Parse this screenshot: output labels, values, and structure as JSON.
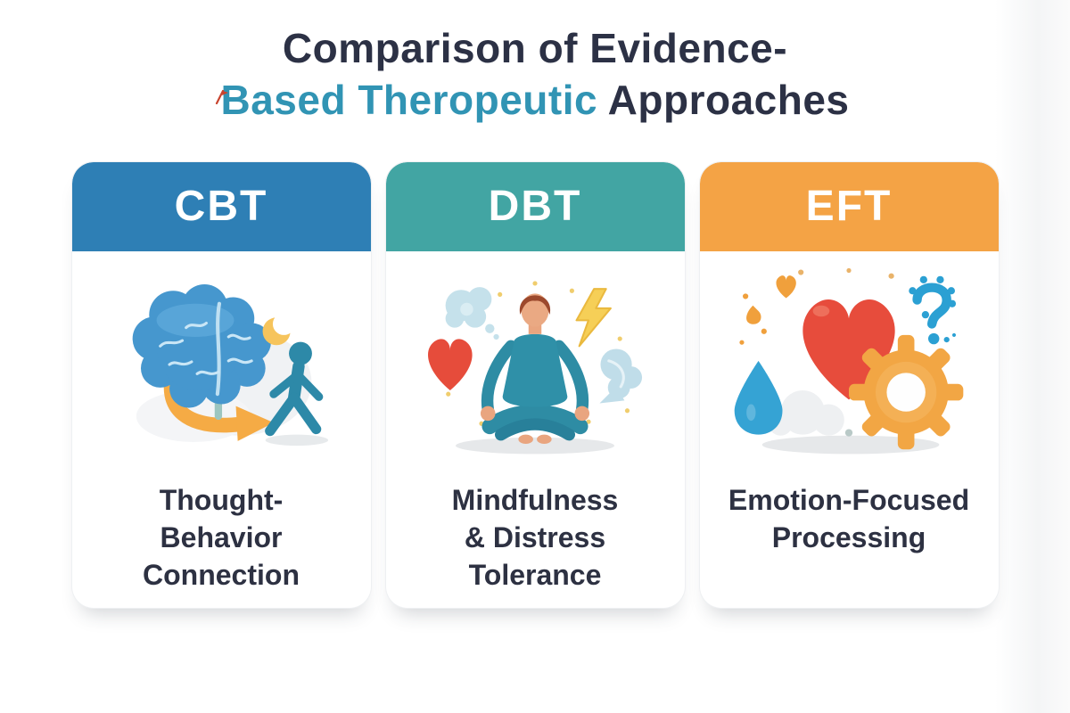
{
  "title": {
    "line1": "Comparison of Evidence-",
    "line2_highlight": "Based Theropeutic",
    "line2_rest": " Approaches"
  },
  "colors": {
    "title_text": "#2c3145",
    "title_highlight": "#3194b4",
    "accent_mark": "#c8432d",
    "label_text": "#2d3142",
    "cbt_header": "#2e7fb5",
    "dbt_header": "#42a5a3",
    "eft_header": "#f4a345",
    "card_background": "#ffffff"
  },
  "cards": [
    {
      "abbr": "CBT",
      "header_color": "#2e7fb5",
      "description": "Thought-\nBehavior\nConnection",
      "icon": "brain-arrow-walking-person"
    },
    {
      "abbr": "DBT",
      "header_color": "#42a5a3",
      "description": "Mindfulness\n& Distress\nTolerance",
      "icon": "meditating-person-with-heart-lightning-thought-bubbles"
    },
    {
      "abbr": "EFT",
      "header_color": "#f4a345",
      "description": "Emotion-Focused\nProcessing",
      "icon": "heart-teardrop-gears"
    }
  ]
}
